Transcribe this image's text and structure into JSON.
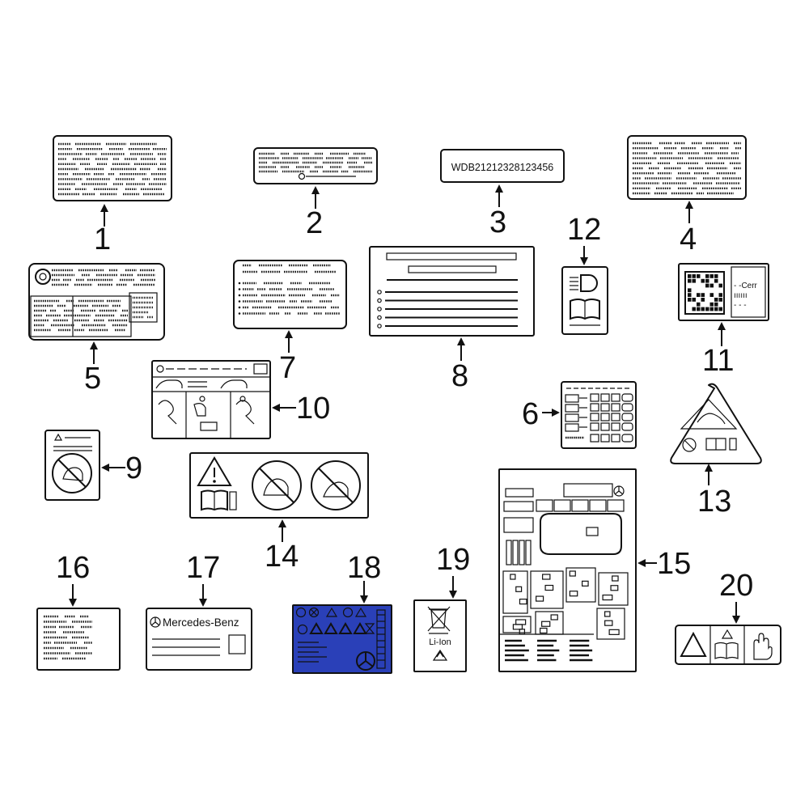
{
  "parts": [
    {
      "id": "1",
      "label": "1"
    },
    {
      "id": "2",
      "label": "2"
    },
    {
      "id": "3",
      "label": "3",
      "vin": "WDB21212328123456"
    },
    {
      "id": "4",
      "label": "4"
    },
    {
      "id": "5",
      "label": "5"
    },
    {
      "id": "6",
      "label": "6"
    },
    {
      "id": "7",
      "label": "7"
    },
    {
      "id": "8",
      "label": "8"
    },
    {
      "id": "9",
      "label": "9"
    },
    {
      "id": "10",
      "label": "10"
    },
    {
      "id": "11",
      "label": "11",
      "text_a": "- -Cerr",
      "text_b": "ıııııı",
      "text_c": "- - -"
    },
    {
      "id": "12",
      "label": "12"
    },
    {
      "id": "13",
      "label": "13"
    },
    {
      "id": "14",
      "label": "14"
    },
    {
      "id": "15",
      "label": "15"
    },
    {
      "id": "16",
      "label": "16"
    },
    {
      "id": "17",
      "label": "17",
      "brand": "Mercedes-Benz"
    },
    {
      "id": "18",
      "label": "18"
    },
    {
      "id": "19",
      "label": "19",
      "battery_text": "Li-Ion"
    },
    {
      "id": "20",
      "label": "20"
    }
  ],
  "colors": {
    "stroke": "#111111",
    "label_fill": "#ffffff",
    "blue_label": "#2a40b8"
  },
  "icons": [
    "warning-triangle-icon",
    "manual-book-icon",
    "no-child-seat-icon",
    "recycle-icon",
    "crossed-bin-icon",
    "mercedes-star-icon",
    "headlight-icon",
    "qr-code-icon",
    "hand-icon"
  ]
}
